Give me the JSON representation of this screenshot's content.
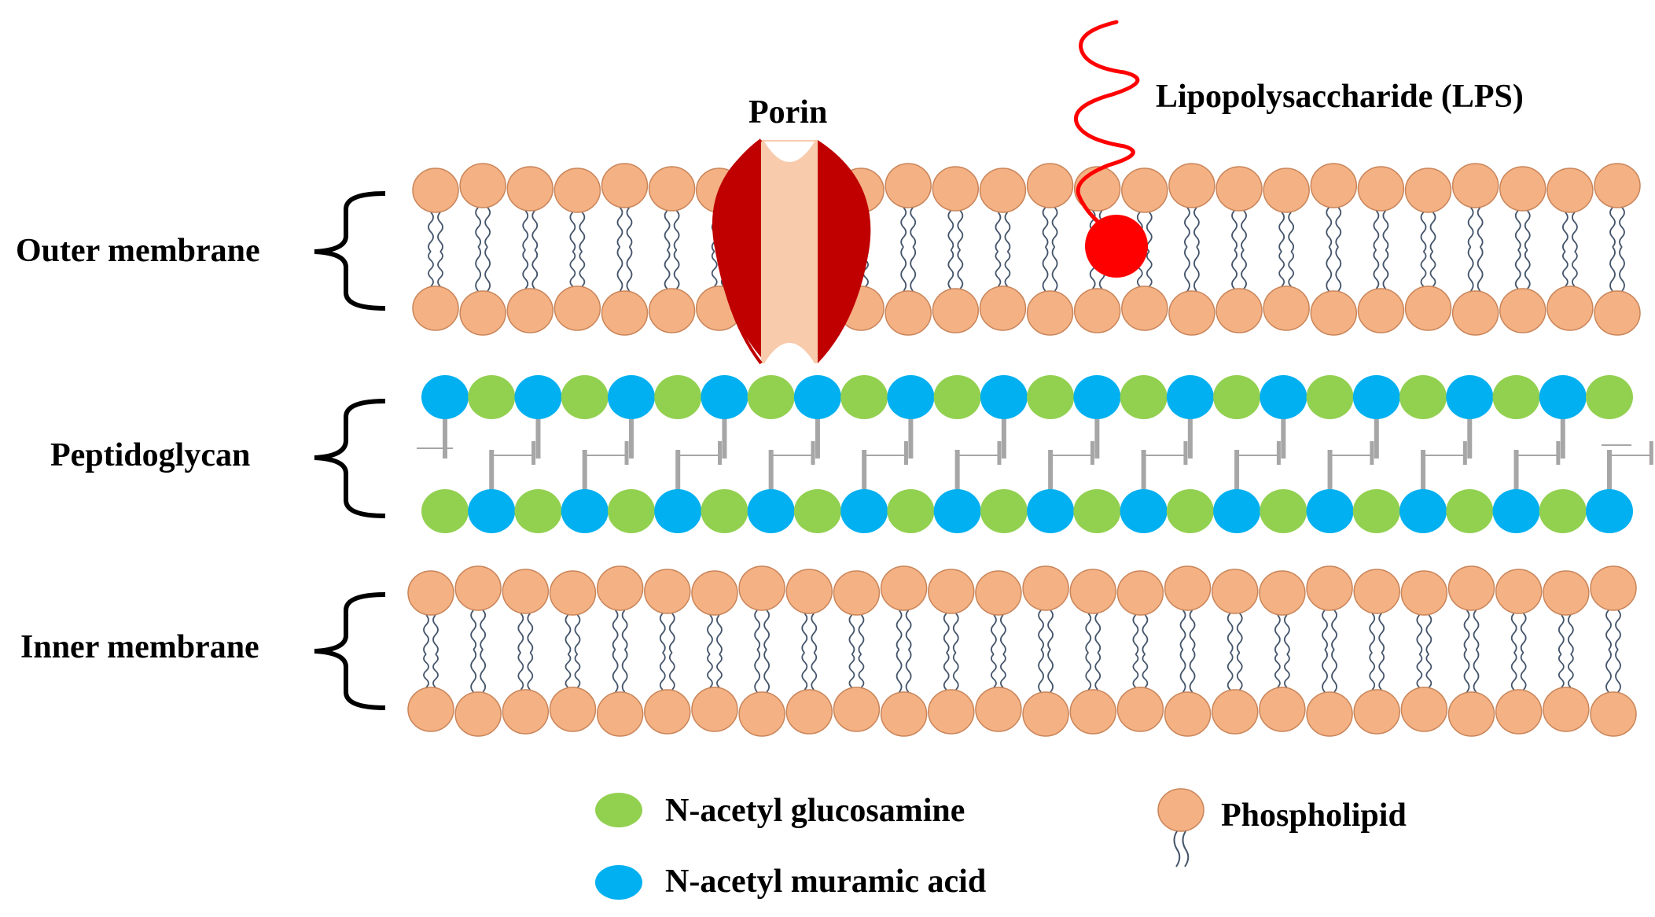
{
  "labels": {
    "outer_membrane": "Outer membrane",
    "peptidoglycan": "Peptidoglycan",
    "inner_membrane": "Inner membrane",
    "porin": "Porin",
    "lps": "Lipopolysaccharide (LPS)"
  },
  "legend": {
    "nag": "N-acetyl glucosamine",
    "nam": "N-acetyl muramic acid",
    "phospholipid": "Phospholipid"
  },
  "colors": {
    "phospholipid_head": "#F4B183",
    "phospholipid_stroke": "#C9855A",
    "tail": "#44546A",
    "nag": "#92D050",
    "nam": "#00B0F0",
    "crosslink": "#A6A6A6",
    "porin_outer": "#C00000",
    "porin_inner": "#F8CBAD",
    "lps": "#FF0000",
    "bracket": "#000000"
  },
  "counts": {
    "outer_phospholipids": 26,
    "inner_phospholipids": 26,
    "peptidoglycan_units": 26
  }
}
